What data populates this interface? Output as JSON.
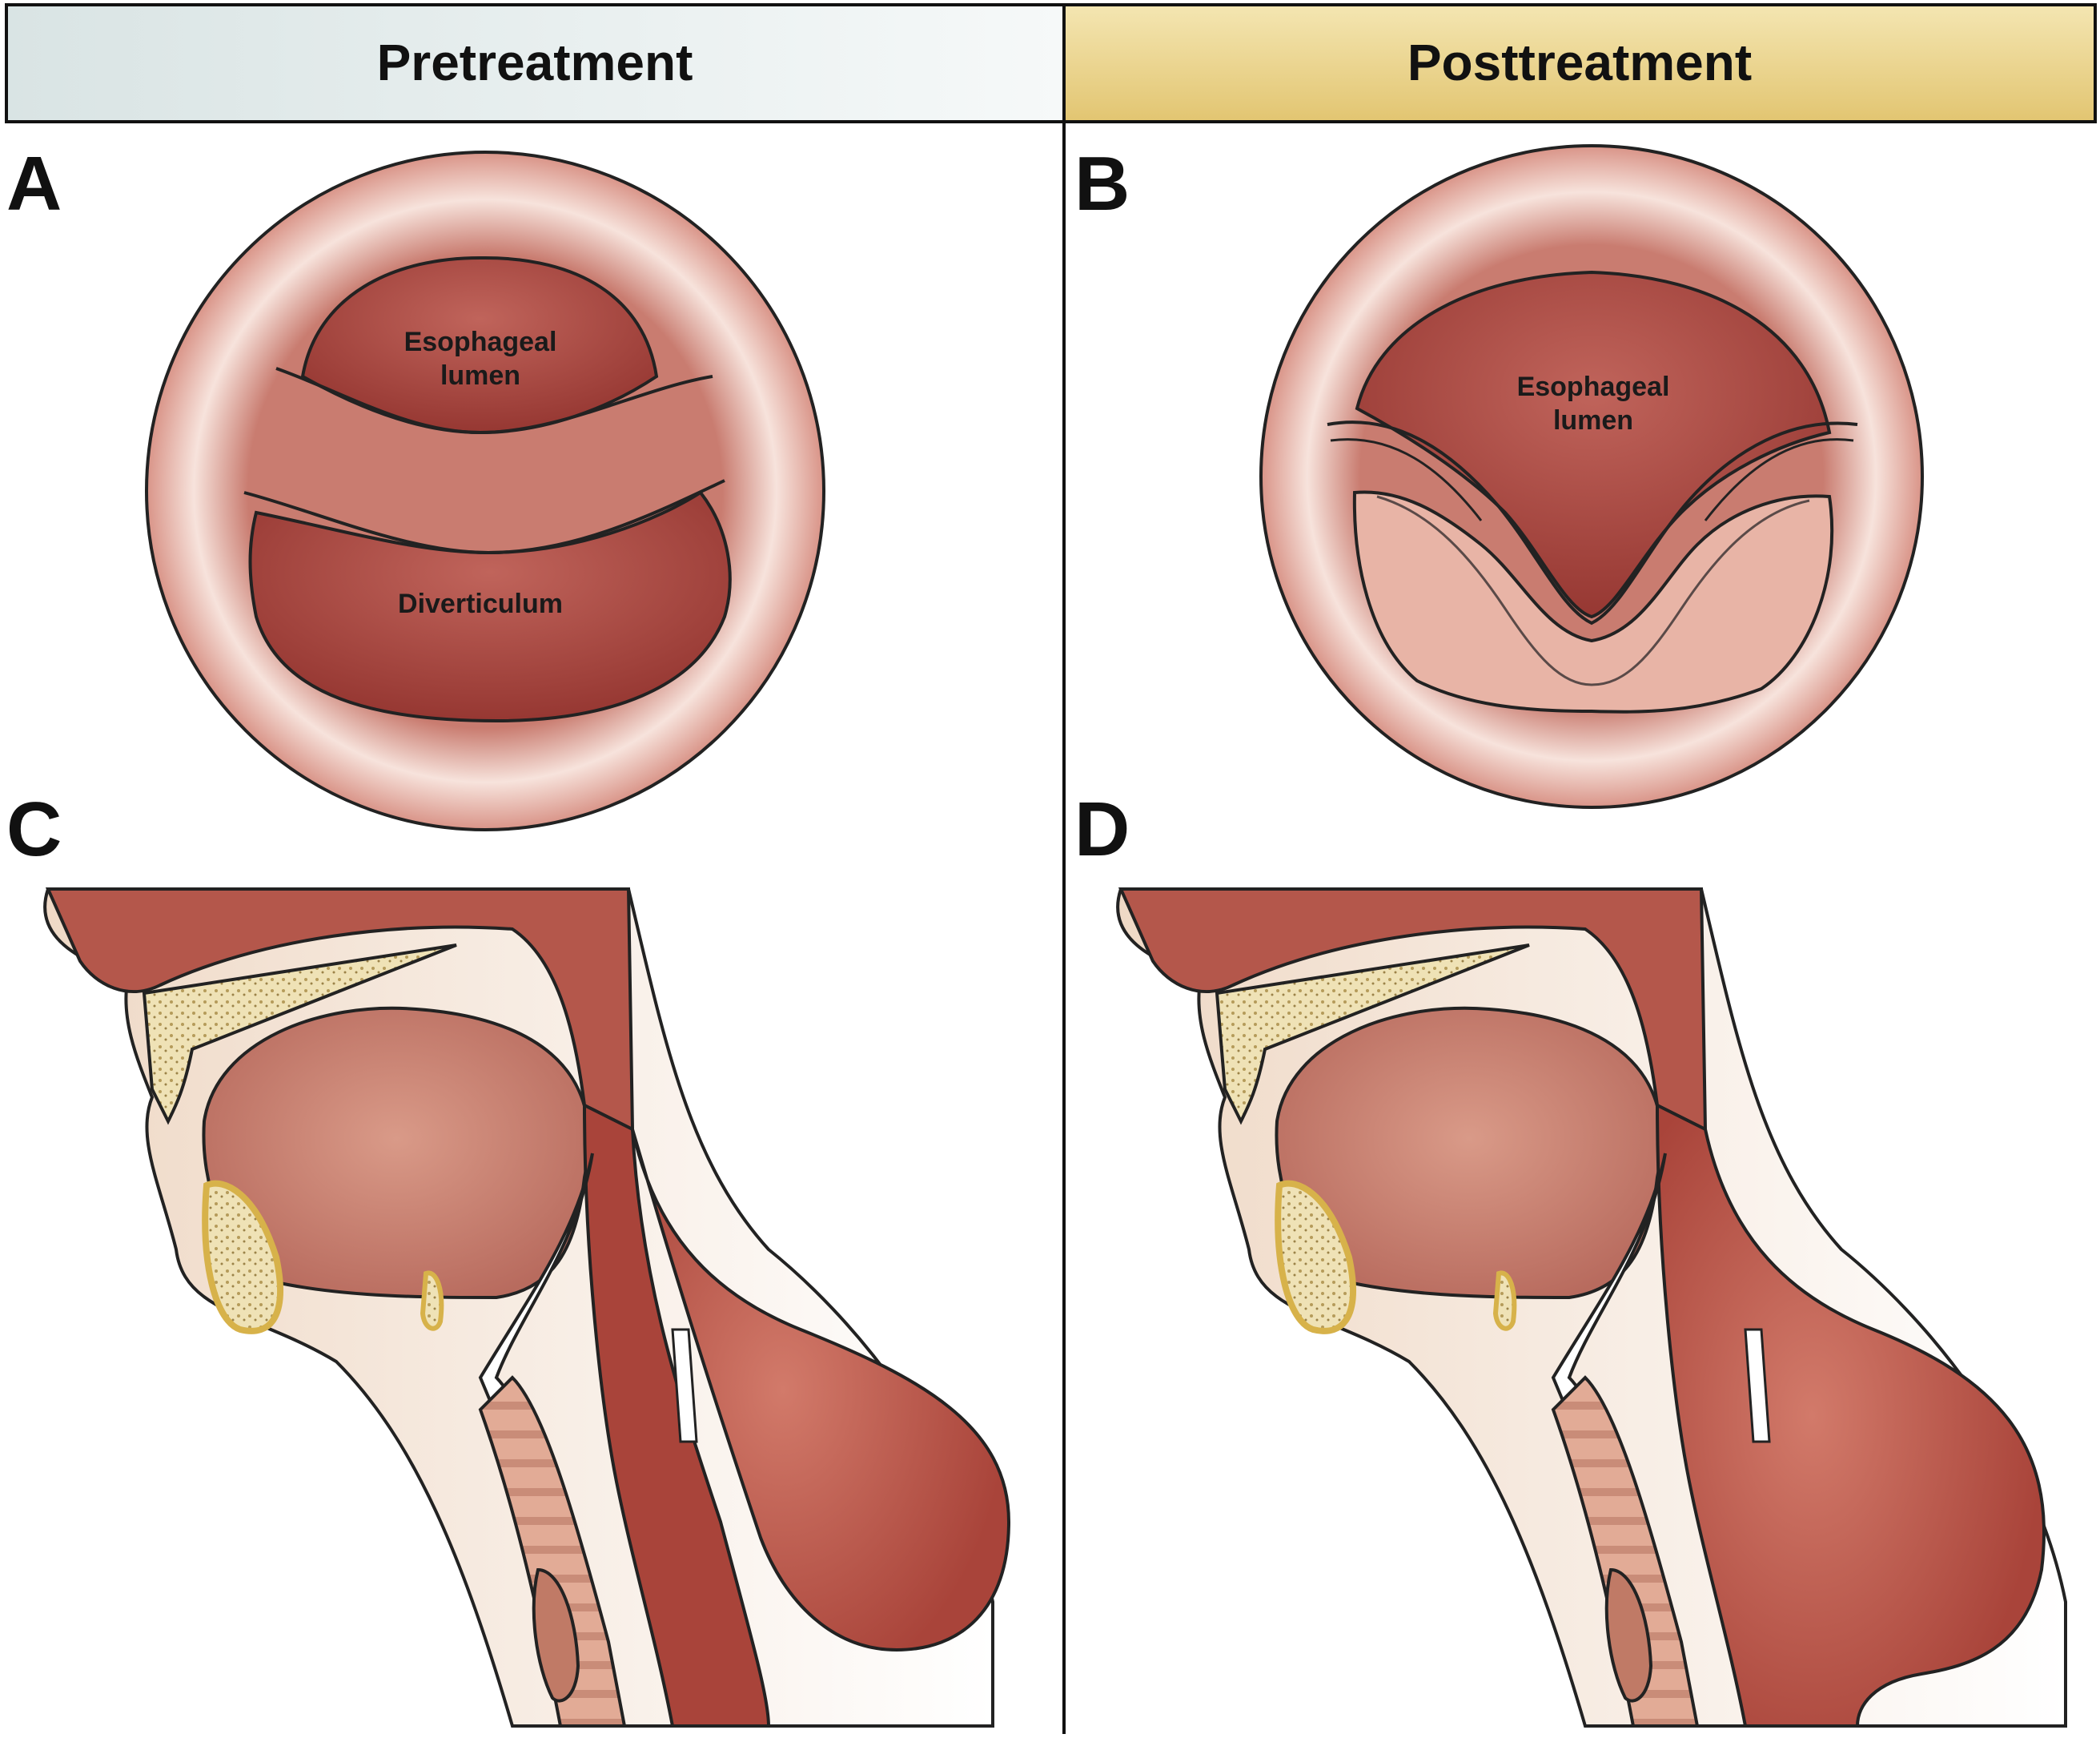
{
  "headers": {
    "left": "Pretreatment",
    "right": "Posttreatment"
  },
  "panels": {
    "a": {
      "letter": "A",
      "labels": [
        "Esophageal",
        "lumen",
        "Diverticulum"
      ]
    },
    "b": {
      "letter": "B",
      "labels": [
        "Esophageal",
        "lumen"
      ]
    },
    "c": {
      "letter": "C"
    },
    "d": {
      "letter": "D"
    }
  },
  "colors": {
    "header_left": "#e7efef",
    "header_right": "#f0dc94",
    "mucosa": "#e8b3a6",
    "lumen": "#a8453f",
    "muscle": "#b65a4e",
    "skin": "#f0d8c4",
    "bone": "#ead9a8",
    "outline": "#222222"
  }
}
